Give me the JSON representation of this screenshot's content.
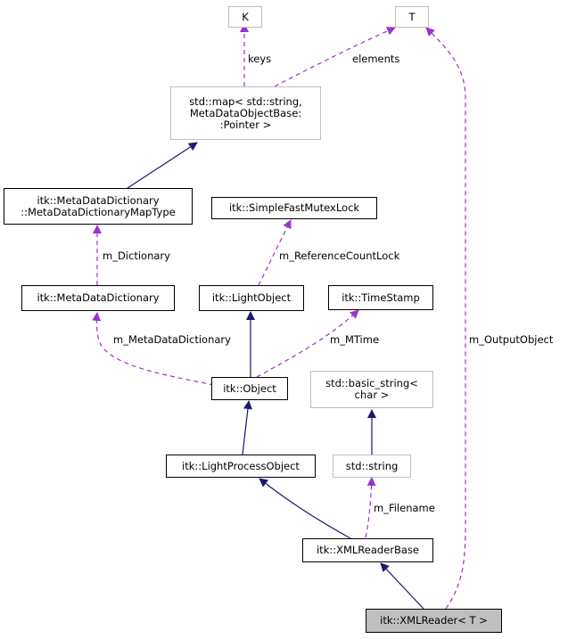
{
  "diagram": {
    "nodes": {
      "K": "K",
      "T": "T",
      "map": [
        "std::map< std::string,",
        "MetaDataObjectBase:",
        ":Pointer >"
      ],
      "maptype": [
        "itk::MetaDataDictionary",
        "::MetaDataDictionaryMapType"
      ],
      "mutex": "itk::SimpleFastMutexLock",
      "dict": "itk::MetaDataDictionary",
      "lightobj": "itk::LightObject",
      "timestamp": "itk::TimeStamp",
      "object": "itk::Object",
      "basicstring": [
        "std::basic_string<",
        "char >"
      ],
      "lightprocess": "itk::LightProcessObject",
      "string": "std::string",
      "readerbase": "itk::XMLReaderBase",
      "reader": "itk::XMLReader< T >"
    },
    "edge_labels": {
      "keys": "keys",
      "elements": "elements",
      "m_Dictionary": "m_Dictionary",
      "m_ReferenceCountLock": "m_ReferenceCountLock",
      "m_MetaDataDictionary": "m_MetaDataDictionary",
      "m_MTime": "m_MTime",
      "m_OutputObject": "m_OutputObject",
      "m_Filename": "m_Filename"
    },
    "colors": {
      "inheritance": "#191970",
      "usage": "#9a32cd",
      "highlight": "#bfbfbf"
    }
  }
}
